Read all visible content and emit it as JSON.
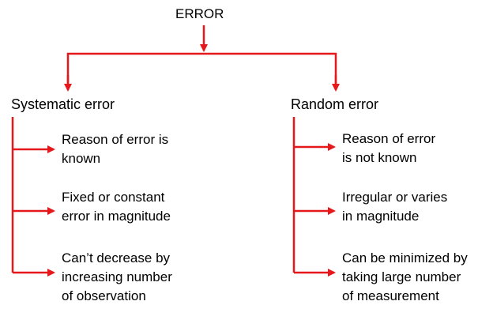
{
  "root": "ERROR",
  "branches": [
    {
      "title": "Systematic error",
      "items": [
        "Reason of error is\nknown",
        "Fixed or constant\nerror in magnitude",
        "Can’t decrease by\nincreasing number\nof observation"
      ]
    },
    {
      "title": "Random error",
      "items": [
        "Reason of error\nis not known",
        "Irregular or varies\nin magnitude",
        "Can be minimized by\ntaking large number\nof measurement"
      ]
    }
  ],
  "colors": {
    "connector": "#e5191c",
    "text": "#000000"
  },
  "icons": [
    "arrow-right-icon",
    "arrow-down-icon"
  ]
}
